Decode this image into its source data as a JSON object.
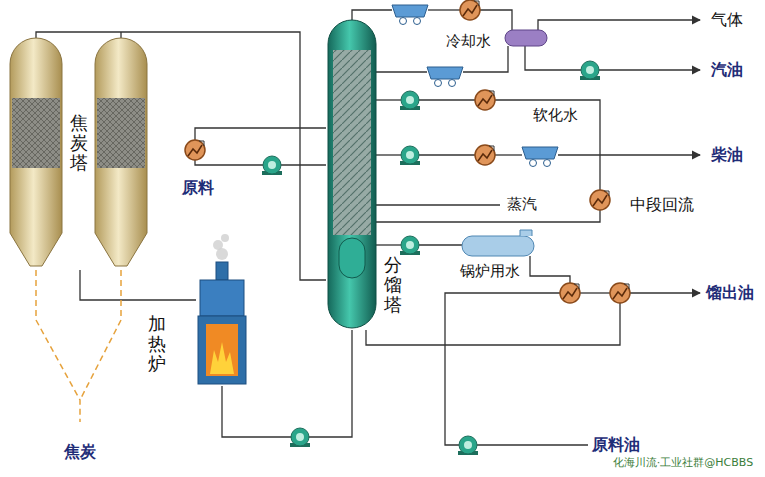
{
  "diagram": {
    "nodes": [
      {
        "text": [
          "焦炭塔"
        ]
      },
      {
        "text": [
          "加热炉"
        ]
      },
      {
        "text": [
          "分馏塔"
        ]
      }
    ],
    "edges": [
      {
        "from": 0,
        "to": 2,
        "arrow": "none"
      },
      {
        "from": 1,
        "to": 0,
        "arrow": "none"
      },
      {
        "from": 2,
        "to": 1,
        "arrow": "none"
      }
    ],
    "labels": [
      "原料",
      "冷却水",
      "气体",
      "汽油",
      "软化水",
      "柴油",
      "蒸汽",
      "中段回流",
      "锅炉用水",
      "馏出油",
      "焦炭",
      "原料油",
      "化海川流·工业社群@HCBBS"
    ]
  }
}
